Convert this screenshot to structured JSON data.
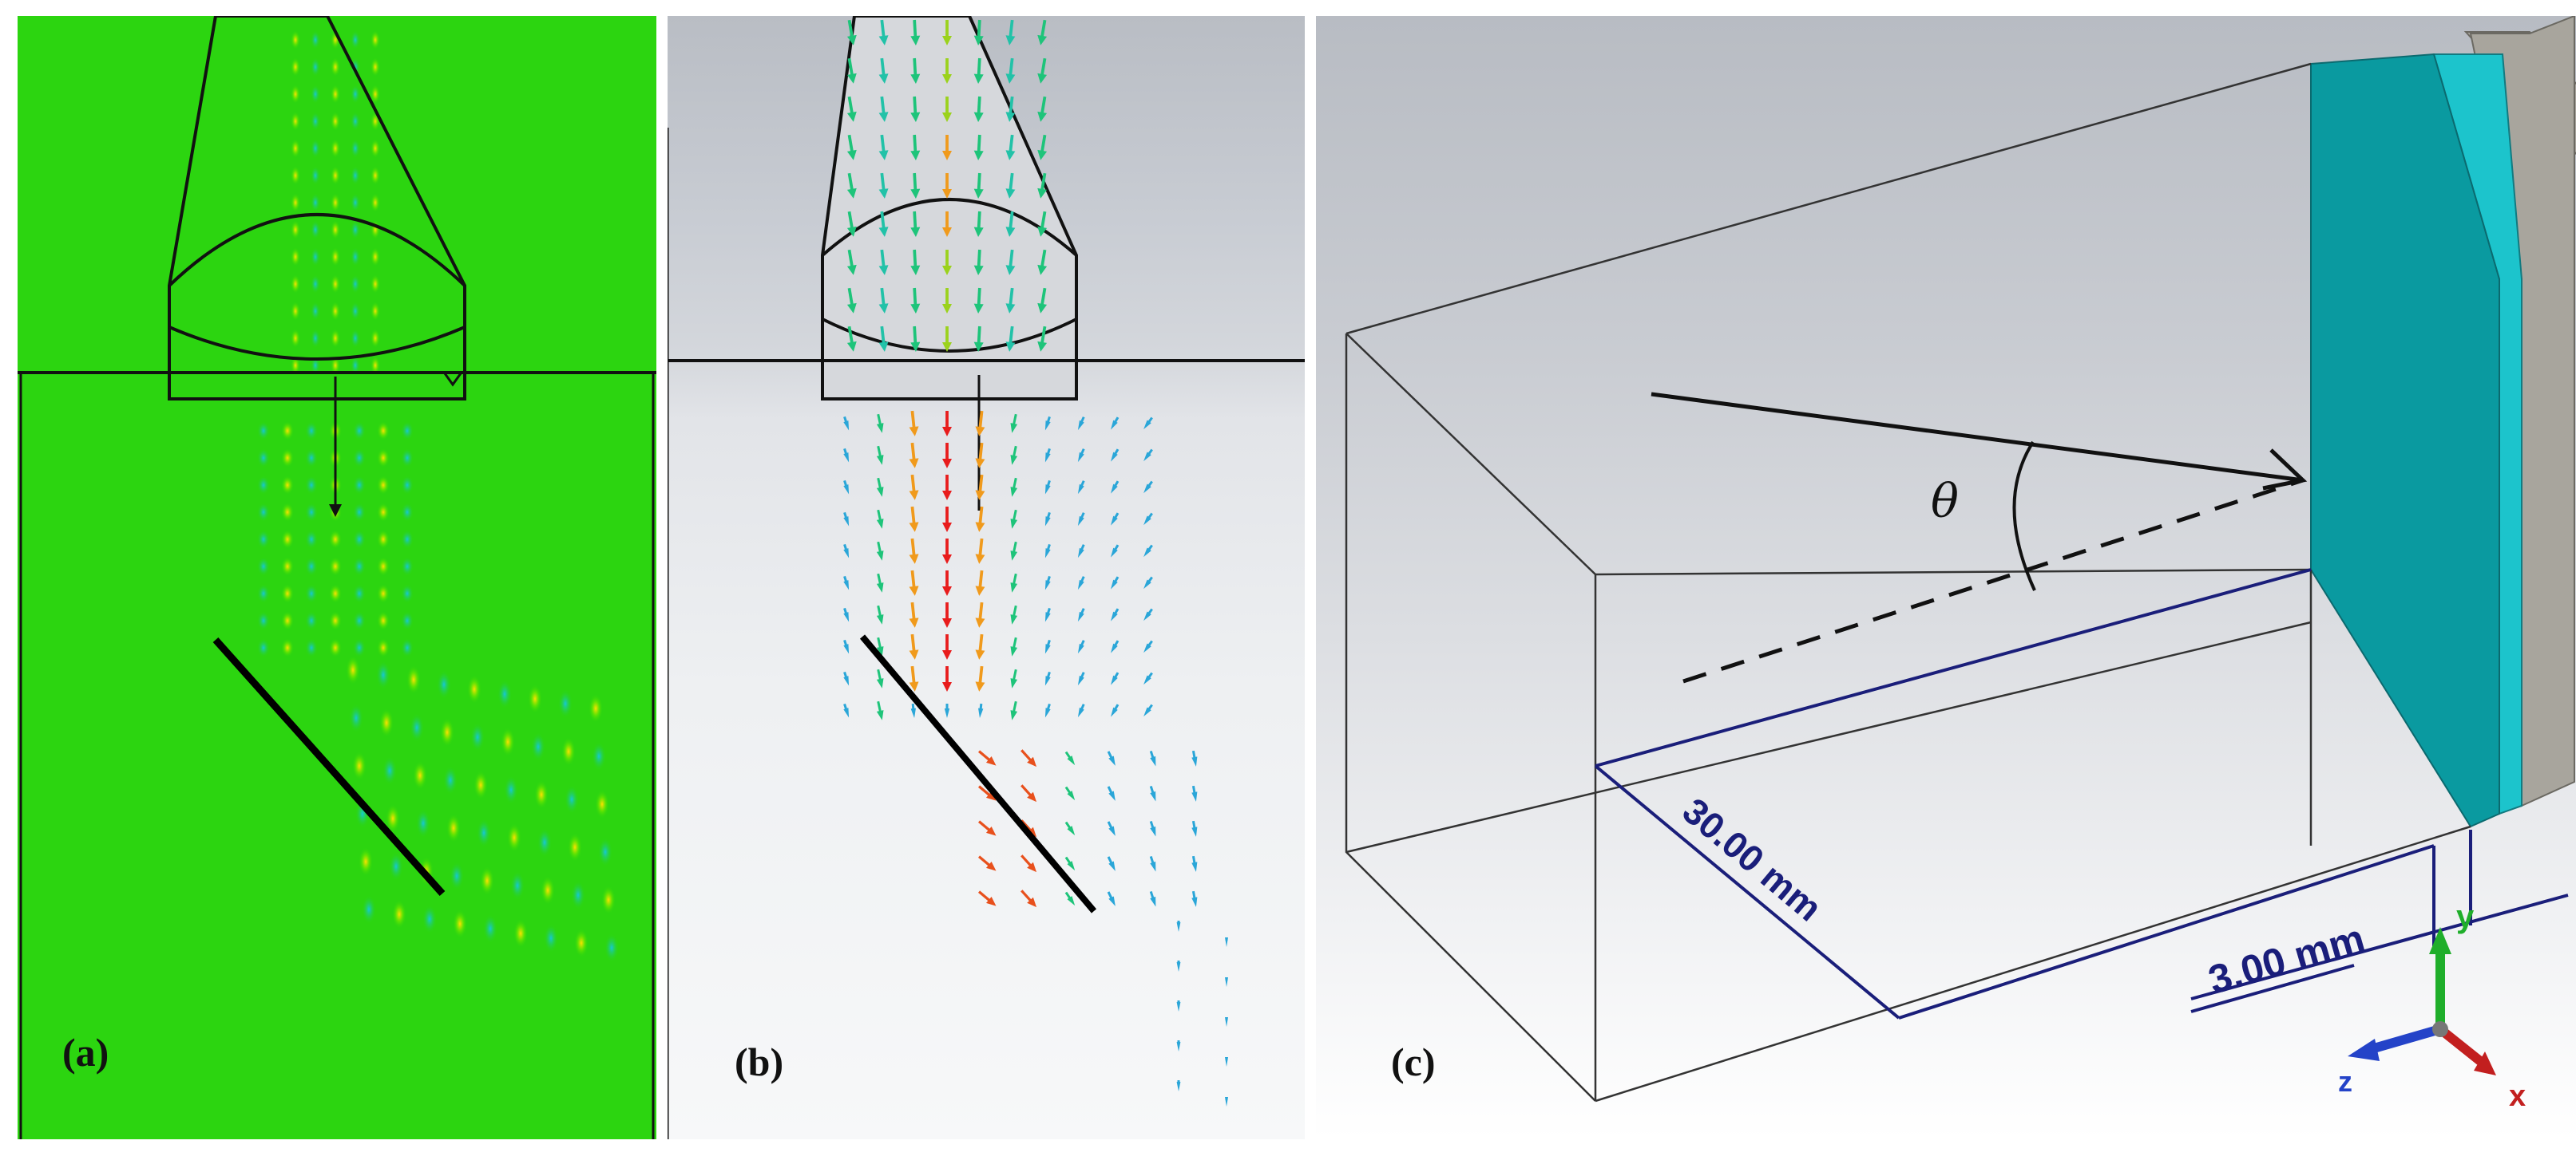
{
  "panels": {
    "a": {
      "label": "(a)"
    },
    "b": {
      "label": "(b)"
    },
    "c": {
      "label": "(c)",
      "angle_symbol": "θ",
      "dimension_length": "30.00 mm",
      "dimension_thickness": "3.00 mm",
      "axes": {
        "x": "x",
        "y": "y",
        "z": "z"
      }
    }
  },
  "colors": {
    "field_background": "#2cd510",
    "slab_front": "#0a9aa0",
    "slab_middle": "#1cc4cc",
    "slab_back": "#a8a59d",
    "dimension": "#1a1e7a",
    "axis_x": "#c21f1f",
    "axis_y": "#1fae2a",
    "axis_z": "#2443c8"
  }
}
